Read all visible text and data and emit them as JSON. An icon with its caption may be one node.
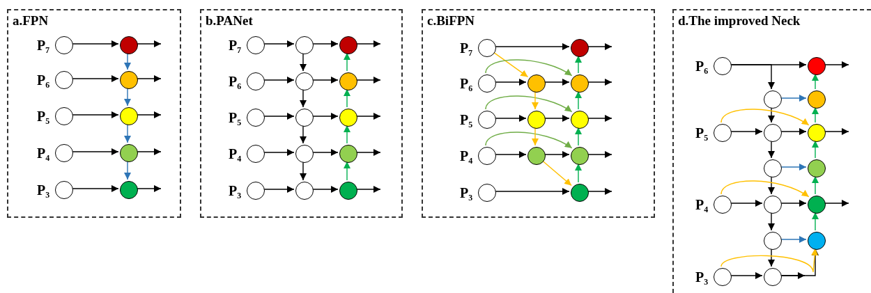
{
  "diagram": {
    "nodes": [
      {
        "text": [
          "a.FPN"
        ]
      },
      {
        "text": [],
        "shape": "circle",
        "in": 0,
        "beside": [
          "P₇"
        ]
      },
      {
        "text": [],
        "shape": "circle",
        "in": 0
      },
      {
        "text": [],
        "shape": "circle",
        "in": 0,
        "beside": [
          "P₆"
        ]
      },
      {
        "text": [],
        "shape": "circle",
        "in": 0
      },
      {
        "text": [],
        "shape": "circle",
        "in": 0,
        "beside": [
          "P₅"
        ]
      },
      {
        "text": [],
        "shape": "circle",
        "in": 0
      },
      {
        "text": [],
        "shape": "circle",
        "in": 0,
        "beside": [
          "P₄"
        ]
      },
      {
        "text": [],
        "shape": "circle",
        "in": 0
      },
      {
        "text": [],
        "shape": "circle",
        "in": 0,
        "beside": [
          "P₃"
        ]
      },
      {
        "text": [],
        "shape": "circle",
        "in": 0
      },
      {
        "text": [
          "b.PANet"
        ]
      },
      {
        "text": [],
        "shape": "circle",
        "in": 11,
        "beside": [
          "P₇"
        ]
      },
      {
        "text": [],
        "shape": "circle",
        "in": 11
      },
      {
        "text": [],
        "shape": "circle",
        "in": 11
      },
      {
        "text": [],
        "shape": "circle",
        "in": 11,
        "beside": [
          "P₆"
        ]
      },
      {
        "text": [],
        "shape": "circle",
        "in": 11
      },
      {
        "text": [],
        "shape": "circle",
        "in": 11
      },
      {
        "text": [],
        "shape": "circle",
        "in": 11,
        "beside": [
          "P₅"
        ]
      },
      {
        "text": [],
        "shape": "circle",
        "in": 11
      },
      {
        "text": [],
        "shape": "circle",
        "in": 11
      },
      {
        "text": [],
        "shape": "circle",
        "in": 11,
        "beside": [
          "P₄"
        ]
      },
      {
        "text": [],
        "shape": "circle",
        "in": 11
      },
      {
        "text": [],
        "shape": "circle",
        "in": 11
      },
      {
        "text": [],
        "shape": "circle",
        "in": 11,
        "beside": [
          "P₃"
        ]
      },
      {
        "text": [],
        "shape": "circle",
        "in": 11
      },
      {
        "text": [],
        "shape": "circle",
        "in": 11
      },
      {
        "text": [
          "c.BiFPN"
        ]
      },
      {
        "text": [],
        "shape": "circle",
        "in": 27,
        "beside": [
          "P₇"
        ]
      },
      {
        "text": [],
        "shape": "circle",
        "in": 27
      },
      {
        "text": [],
        "shape": "circle",
        "in": 27,
        "beside": [
          "P₆"
        ]
      },
      {
        "text": [],
        "shape": "circle",
        "in": 27
      },
      {
        "text": [],
        "shape": "circle",
        "in": 27
      },
      {
        "text": [],
        "shape": "circle",
        "in": 27,
        "beside": [
          "P₅"
        ]
      },
      {
        "text": [],
        "shape": "circle",
        "in": 27
      },
      {
        "text": [],
        "shape": "circle",
        "in": 27
      },
      {
        "text": [],
        "shape": "circle",
        "in": 27,
        "beside": [
          "P₄"
        ]
      },
      {
        "text": [],
        "shape": "circle",
        "in": 27
      },
      {
        "text": [],
        "shape": "circle",
        "in": 27
      },
      {
        "text": [],
        "shape": "circle",
        "in": 27,
        "beside": [
          "P₃"
        ]
      },
      {
        "text": [],
        "shape": "circle",
        "in": 27
      },
      {
        "text": [
          "d.The improved Neck"
        ]
      },
      {
        "text": [],
        "shape": "circle",
        "in": 41,
        "beside": [
          "P₆"
        ]
      },
      {
        "text": [],
        "shape": "circle",
        "in": 41
      },
      {
        "text": [],
        "shape": "circle",
        "in": 41
      },
      {
        "text": [],
        "shape": "circle",
        "in": 41
      },
      {
        "text": [],
        "shape": "circle",
        "in": 41,
        "beside": [
          "P₅"
        ]
      },
      {
        "text": [],
        "shape": "circle",
        "in": 41
      },
      {
        "text": [],
        "shape": "circle",
        "in": 41
      },
      {
        "text": [],
        "shape": "circle",
        "in": 41
      },
      {
        "text": [],
        "shape": "circle",
        "in": 41
      },
      {
        "text": [],
        "shape": "circle",
        "in": 41,
        "beside": [
          "P₄"
        ]
      },
      {
        "text": [],
        "shape": "circle",
        "in": 41
      },
      {
        "text": [],
        "shape": "circle",
        "in": 41
      },
      {
        "text": [],
        "shape": "circle",
        "in": 41
      },
      {
        "text": [],
        "shape": "circle",
        "in": 41
      },
      {
        "text": [],
        "shape": "circle",
        "in": 41,
        "beside": [
          "P₃"
        ]
      },
      {
        "text": [],
        "shape": "circle",
        "in": 41
      }
    ],
    "edges": [
      {
        "from": 1,
        "to": 2,
        "arrow": "to"
      },
      {
        "from": 2,
        "to": null,
        "arrow": "to"
      },
      {
        "from": 3,
        "to": 4,
        "arrow": "to"
      },
      {
        "from": 4,
        "to": null,
        "arrow": "to"
      },
      {
        "from": 5,
        "to": 6,
        "arrow": "to"
      },
      {
        "from": 6,
        "to": null,
        "arrow": "to"
      },
      {
        "from": 7,
        "to": 8,
        "arrow": "to"
      },
      {
        "from": 8,
        "to": null,
        "arrow": "to"
      },
      {
        "from": 9,
        "to": 10,
        "arrow": "to"
      },
      {
        "from": 10,
        "to": null,
        "arrow": "to"
      },
      {
        "from": 2,
        "to": 4,
        "arrow": "to",
        "color": "#2e75b6"
      },
      {
        "from": 4,
        "to": 6,
        "arrow": "to",
        "color": "#2e75b6"
      },
      {
        "from": 6,
        "to": 8,
        "arrow": "to",
        "color": "#2e75b6"
      },
      {
        "from": 8,
        "to": 10,
        "arrow": "to",
        "color": "#2e75b6"
      },
      {
        "from": 12,
        "to": 13,
        "arrow": "to"
      },
      {
        "from": 13,
        "to": 14,
        "arrow": "to"
      },
      {
        "from": 14,
        "to": null,
        "arrow": "to"
      },
      {
        "from": 15,
        "to": 16,
        "arrow": "to"
      },
      {
        "from": 16,
        "to": 17,
        "arrow": "to"
      },
      {
        "from": 17,
        "to": null,
        "arrow": "to"
      },
      {
        "from": 18,
        "to": 19,
        "arrow": "to"
      },
      {
        "from": 19,
        "to": 20,
        "arrow": "to"
      },
      {
        "from": 20,
        "to": null,
        "arrow": "to"
      },
      {
        "from": 21,
        "to": 22,
        "arrow": "to"
      },
      {
        "from": 22,
        "to": 23,
        "arrow": "to"
      },
      {
        "from": 23,
        "to": null,
        "arrow": "to"
      },
      {
        "from": 24,
        "to": 25,
        "arrow": "to"
      },
      {
        "from": 25,
        "to": 26,
        "arrow": "to"
      },
      {
        "from": 26,
        "to": null,
        "arrow": "to"
      },
      {
        "from": 13,
        "to": 16,
        "arrow": "to"
      },
      {
        "from": 16,
        "to": 19,
        "arrow": "to"
      },
      {
        "from": 19,
        "to": 22,
        "arrow": "to"
      },
      {
        "from": 22,
        "to": 25,
        "arrow": "to"
      },
      {
        "from": 26,
        "to": 23,
        "arrow": "to",
        "color": "#00b050"
      },
      {
        "from": 23,
        "to": 20,
        "arrow": "to",
        "color": "#00b050"
      },
      {
        "from": 20,
        "to": 17,
        "arrow": "to",
        "color": "#00b050"
      },
      {
        "from": 17,
        "to": 14,
        "arrow": "to",
        "color": "#00b050"
      },
      {
        "from": 28,
        "to": 29,
        "arrow": "to"
      },
      {
        "from": 29,
        "to": null,
        "arrow": "to"
      },
      {
        "from": 28,
        "to": 31,
        "arrow": "to",
        "color": "#ffc000"
      },
      {
        "from": 30,
        "to": 31,
        "arrow": "to"
      },
      {
        "from": 31,
        "to": 32,
        "arrow": "to"
      },
      {
        "from": 32,
        "to": null,
        "arrow": "to"
      },
      {
        "from": 30,
        "to": 32,
        "arrow": "to",
        "color": "#70ad47"
      },
      {
        "from": 33,
        "to": 34,
        "arrow": "to"
      },
      {
        "from": 34,
        "to": 35,
        "arrow": "to"
      },
      {
        "from": 35,
        "to": null,
        "arrow": "to"
      },
      {
        "from": 33,
        "to": 35,
        "arrow": "to",
        "color": "#70ad47"
      },
      {
        "from": 36,
        "to": 37,
        "arrow": "to"
      },
      {
        "from": 37,
        "to": 38,
        "arrow": "to"
      },
      {
        "from": 38,
        "to": null,
        "arrow": "to"
      },
      {
        "from": 36,
        "to": 38,
        "arrow": "to",
        "color": "#70ad47"
      },
      {
        "from": 39,
        "to": 40,
        "arrow": "to"
      },
      {
        "from": 40,
        "to": null,
        "arrow": "to"
      },
      {
        "from": 31,
        "to": 34,
        "arrow": "to",
        "color": "#ffc000"
      },
      {
        "from": 34,
        "to": 37,
        "arrow": "to",
        "color": "#ffc000"
      },
      {
        "from": 37,
        "to": 40,
        "arrow": "to",
        "color": "#ffc000"
      },
      {
        "from": 40,
        "to": 38,
        "arrow": "to",
        "color": "#00b050"
      },
      {
        "from": 38,
        "to": 35,
        "arrow": "to",
        "color": "#00b050"
      },
      {
        "from": 35,
        "to": 32,
        "arrow": "to",
        "color": "#00b050"
      },
      {
        "from": 32,
        "to": 29,
        "arrow": "to",
        "color": "#00b050"
      },
      {
        "from": 42,
        "to": 43,
        "arrow": "to"
      },
      {
        "from": 43,
        "to": null,
        "arrow": "to"
      },
      {
        "from": 42,
        "to": 44,
        "arrow": "to"
      },
      {
        "from": 44,
        "to": 45,
        "arrow": "to",
        "color": "#2e75b6"
      },
      {
        "from": 44,
        "to": 47,
        "arrow": "to"
      },
      {
        "from": 46,
        "to": 47,
        "arrow": "to"
      },
      {
        "from": 47,
        "to": 48,
        "arrow": "to"
      },
      {
        "from": 48,
        "to": null,
        "arrow": "to"
      },
      {
        "from": 46,
        "to": 48,
        "arrow": "to",
        "color": "#ffc000"
      },
      {
        "from": 47,
        "to": 49,
        "arrow": "to"
      },
      {
        "from": 49,
        "to": 50,
        "arrow": "to",
        "color": "#2e75b6"
      },
      {
        "from": 49,
        "to": 52,
        "arrow": "to"
      },
      {
        "from": 51,
        "to": 52,
        "arrow": "to"
      },
      {
        "from": 52,
        "to": 53,
        "arrow": "to"
      },
      {
        "from": 53,
        "to": null,
        "arrow": "to"
      },
      {
        "from": 51,
        "to": 53,
        "arrow": "to",
        "color": "#ffc000"
      },
      {
        "from": 52,
        "to": 54,
        "arrow": "to"
      },
      {
        "from": 54,
        "to": 55,
        "arrow": "to",
        "color": "#2e75b6"
      },
      {
        "from": 54,
        "to": 57,
        "arrow": "to"
      },
      {
        "from": 56,
        "to": 57,
        "arrow": "to"
      },
      {
        "from": 57,
        "to": 55,
        "arrow": "to"
      },
      {
        "from": 57,
        "to": null,
        "arrow": "to"
      },
      {
        "from": 56,
        "to": 55,
        "arrow": "to",
        "color": "#ffc000"
      },
      {
        "from": 55,
        "to": 53,
        "arrow": "to",
        "color": "#00b050"
      },
      {
        "from": 53,
        "to": 50,
        "arrow": "to",
        "color": "#00b050"
      },
      {
        "from": 50,
        "to": 48,
        "arrow": "to",
        "color": "#00b050"
      },
      {
        "from": 48,
        "to": 45,
        "arrow": "to",
        "color": "#00b050"
      },
      {
        "from": 45,
        "to": 43,
        "arrow": "to",
        "color": "#00b050"
      }
    ]
  }
}
